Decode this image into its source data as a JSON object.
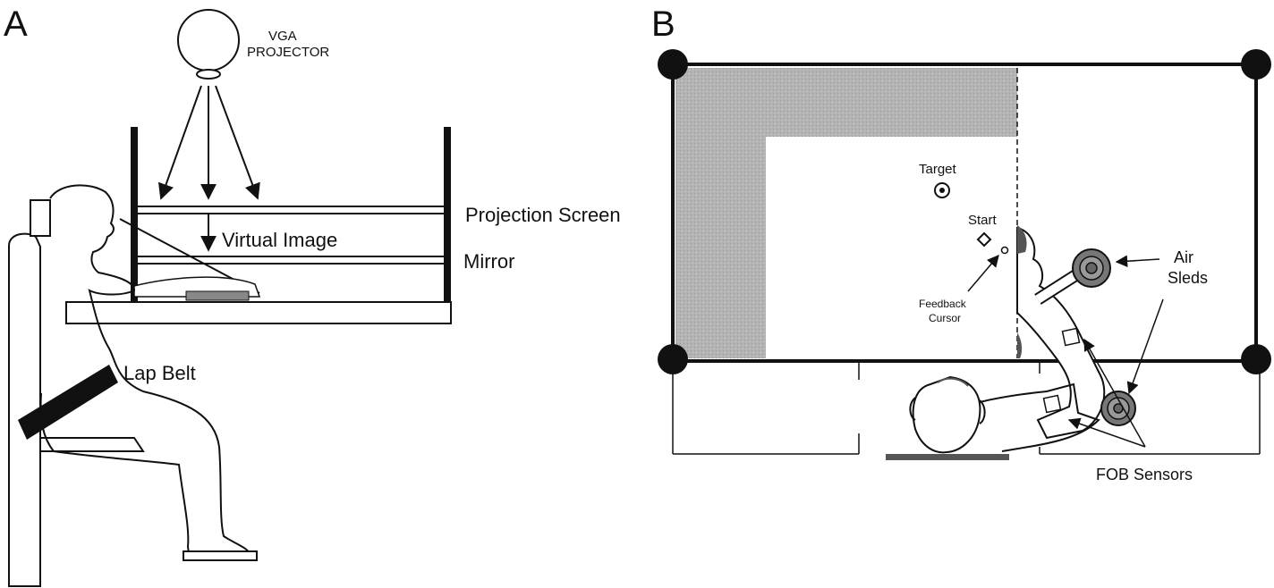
{
  "panel_a": {
    "letter": "A",
    "projector_line1": "VGA",
    "projector_line2": "PROJECTOR",
    "projection_screen": "Projection Screen",
    "virtual_image": "Virtual Image",
    "mirror": "Mirror",
    "lap_belt": "Lap Belt"
  },
  "panel_b": {
    "letter": "B",
    "target": "Target",
    "start": "Start",
    "feedback_line1": "Feedback",
    "feedback_line2": "Cursor",
    "air_line1": "Air",
    "air_line2": "Sleds",
    "fob_sensors": "FOB Sensors"
  }
}
